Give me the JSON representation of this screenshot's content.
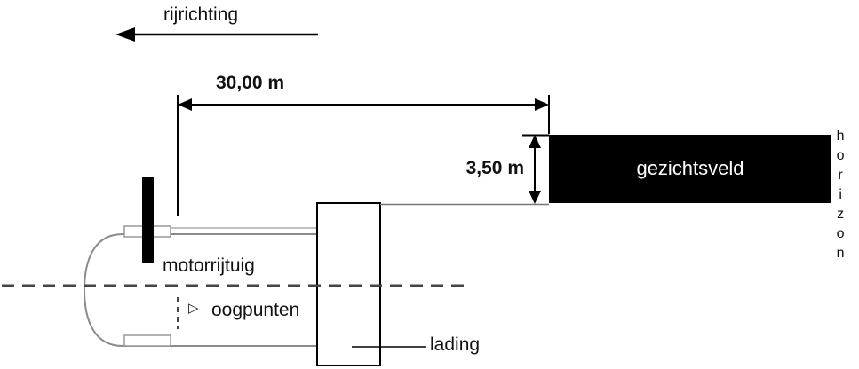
{
  "labels": {
    "direction": "rijrichting",
    "distance": "30,00 m",
    "height": "3,50 m",
    "field_of_view": "gezichtsveld",
    "horizon": "horizon",
    "vehicle": "motorrijtuig",
    "eye_points": "oogpunten",
    "eye_marker": "▷",
    "load": "lading"
  },
  "colors": {
    "field_box_fill": "#000000",
    "field_box_text": "#ffffff",
    "outline": "#000000",
    "vehicle_outline": "#8a8a8a"
  }
}
